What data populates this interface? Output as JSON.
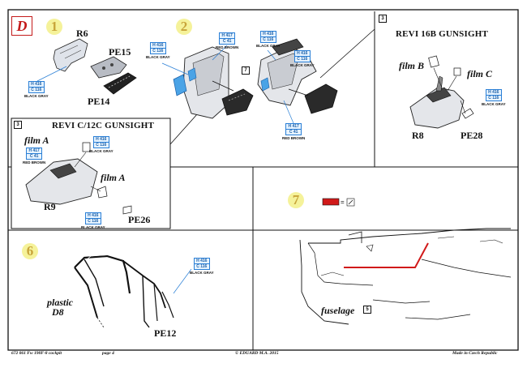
{
  "page_letter": "D",
  "steps": [
    "1",
    "2",
    "7",
    "6"
  ],
  "step1": {
    "part_r6": "R6",
    "part_pe15": "PE15",
    "part_pe14": "PE14",
    "paint": {
      "h": "H 416",
      "c": "C 116",
      "name": "BLACK GRAY"
    }
  },
  "step2": {
    "paints": [
      {
        "h": "H 416",
        "c": "C 116",
        "name": "BLACK GRAY"
      },
      {
        "h": "H 417",
        "c": "C 41",
        "name": "RED BROWN"
      },
      {
        "h": "H 416",
        "c": "C 116",
        "name": "BLACK GRAY"
      },
      {
        "h": "H 416",
        "c": "C 116",
        "name": "BLACK GRAY"
      },
      {
        "h": "H 417",
        "c": "C 41",
        "name": "RED BROWN"
      }
    ],
    "ref_numbers": [
      "7"
    ]
  },
  "revi16": {
    "ref": "3",
    "title": "REVI 16B GUNSIGHT",
    "film_b": "film B",
    "film_c": "film C",
    "part_r8": "R8",
    "part_pe28": "PE28",
    "paint": {
      "h": "H 416",
      "c": "C 116",
      "name": "BLACK GRAY"
    }
  },
  "revic12": {
    "ref": "3",
    "title": "REVI C/12C GUNSIGHT",
    "film_a1": "film A",
    "film_a2": "film A",
    "part_r9": "R9",
    "part_pe26": "PE26",
    "paints": [
      {
        "h": "H 417",
        "c": "C 41",
        "name": "RED BROWN"
      },
      {
        "h": "H 416",
        "c": "C 116",
        "name": "BLACK GRAY"
      },
      {
        "h": "H 416",
        "c": "C 116",
        "name": "BLACK GRAY"
      }
    ]
  },
  "step7": {
    "fuselage": "fuselage",
    "ref": "5",
    "color_red": "#d11a1a"
  },
  "step6": {
    "plastic": "plastic",
    "part_d8": "D8",
    "part_pe12": "PE12",
    "paint": {
      "h": "H 416",
      "c": "C 116",
      "name": "BLACK GRAY"
    }
  },
  "footer": {
    "left": "672 061   Fw 190F-8 cockpit",
    "page": "page 4",
    "center": "© EDUARD  M.A. 2015",
    "right": "Made in Czech Republic"
  }
}
